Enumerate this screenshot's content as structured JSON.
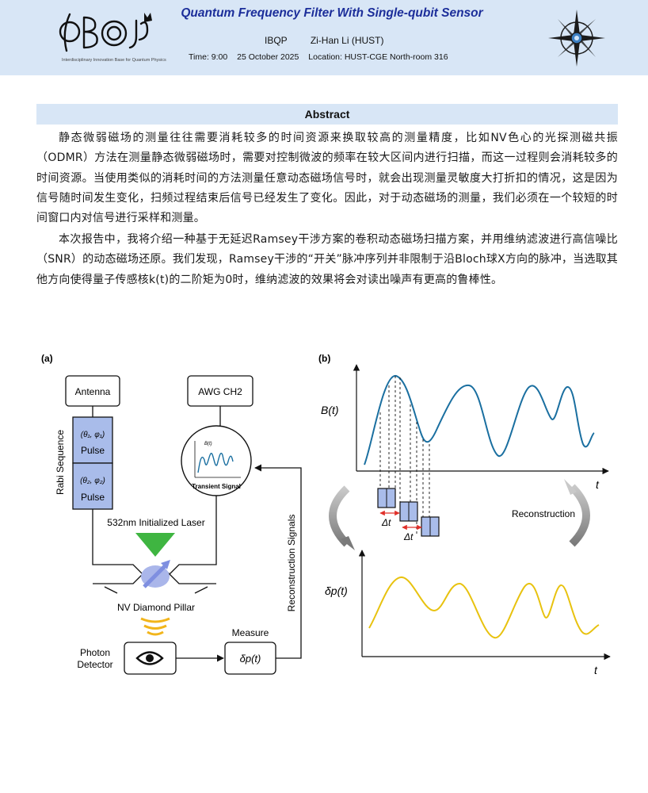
{
  "header": {
    "logo_sub": "Interdisciplinary Innovation Base for Quantum Physics",
    "title": "Quantum Frequency Filter With Single-qubit Sensor",
    "org": "IBQP",
    "author": "Zi-Han Li (HUST)",
    "time": "Time: 9:00",
    "date": "25 October 2025",
    "location": "Location: HUST-CGE North-room 316"
  },
  "abstract": {
    "heading": "Abstract",
    "p1": "静态微弱磁场的测量往往需要消耗较多的时间资源来换取较高的测量精度，比如NV色心的光探测磁共振（ODMR）方法在测量静态微弱磁场时，需要对控制微波的频率在较大区间内进行扫描，而这一过程则会消耗较多的时间资源。当使用类似的消耗时间的方法测量任意动态磁场信号时，就会出现测量灵敏度大打折扣的情况，这是因为信号随时间发生变化，扫频过程结束后信号已经发生了变化。因此，对于动态磁场的测量，我们必须在一个较短的时间窗口内对信号进行采样和测量。",
    "p2": "本次报告中，我将介绍一种基于无延迟Ramsey干涉方案的卷积动态磁场扫描方案，并用维纳滤波进行高信噪比（SNR）的动态磁场还原。我们发现，Ramsey干涉的“开关”脉冲序列并非限制于沿Bloch球X方向的脉冲，当选取其他方向使得量子传感核k(t)的二阶矩为0时，维纳滤波的效果将会对读出噪声有更高的鲁棒性。"
  },
  "figure": {
    "panel_a": {
      "label": "(a)",
      "antenna": "Antenna",
      "rabi_sequence": "Rabi Sequence",
      "pulse1_params": "(θ₁, φ₁)",
      "pulse2_params": "(θ₂, φ₂)",
      "pulse_label": "Pulse",
      "awg": "AWG CH2",
      "inset_ylabel": "B(t)",
      "transient_signal": "Transient Signal",
      "laser": "532nm Initialized Laser",
      "nv": "NV Diamond Pillar",
      "reconstruction_signals": "Reconstruction Signals",
      "measure": "Measure",
      "delta_p": "δp(t)",
      "photon_detector_1": "Photon",
      "photon_detector_2": "Detector"
    },
    "panel_b": {
      "label": "(b)",
      "b_label": "B(t)",
      "t_label": "t",
      "delta_t": "Δt",
      "reconstruction": "Reconstruction",
      "dp_label": "δp(t)"
    }
  },
  "colors": {
    "header_bg": "#d8e6f6",
    "title": "#1c2e9a",
    "signal_blue": "#1a6fa0",
    "signal_yellow": "#e8c20f",
    "pulse_fill": "#a9bcea",
    "laser_green": "#3fb541"
  }
}
